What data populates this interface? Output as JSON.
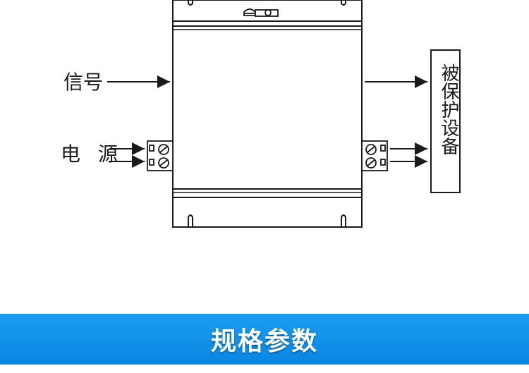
{
  "diagram": {
    "signal_label": "信号",
    "power_label": "电 源",
    "device_label": "被保护设备"
  },
  "banner": {
    "title": "规格参数",
    "color": "#0f8fe8"
  }
}
